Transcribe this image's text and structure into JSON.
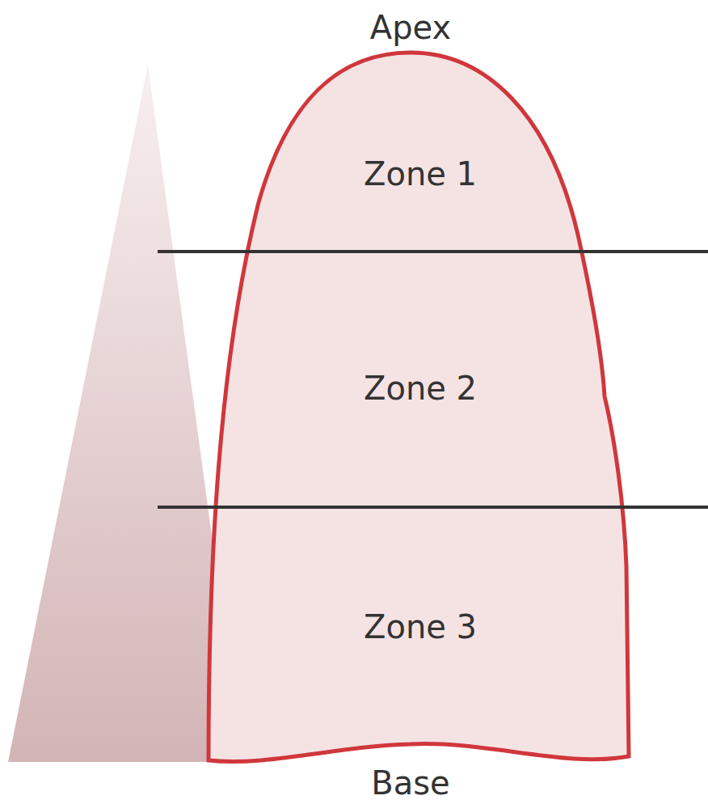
{
  "diagram": {
    "labels": [
      "Apex",
      "Zone 1",
      "Zone 2",
      "Zone 3",
      "Base"
    ]
  }
}
